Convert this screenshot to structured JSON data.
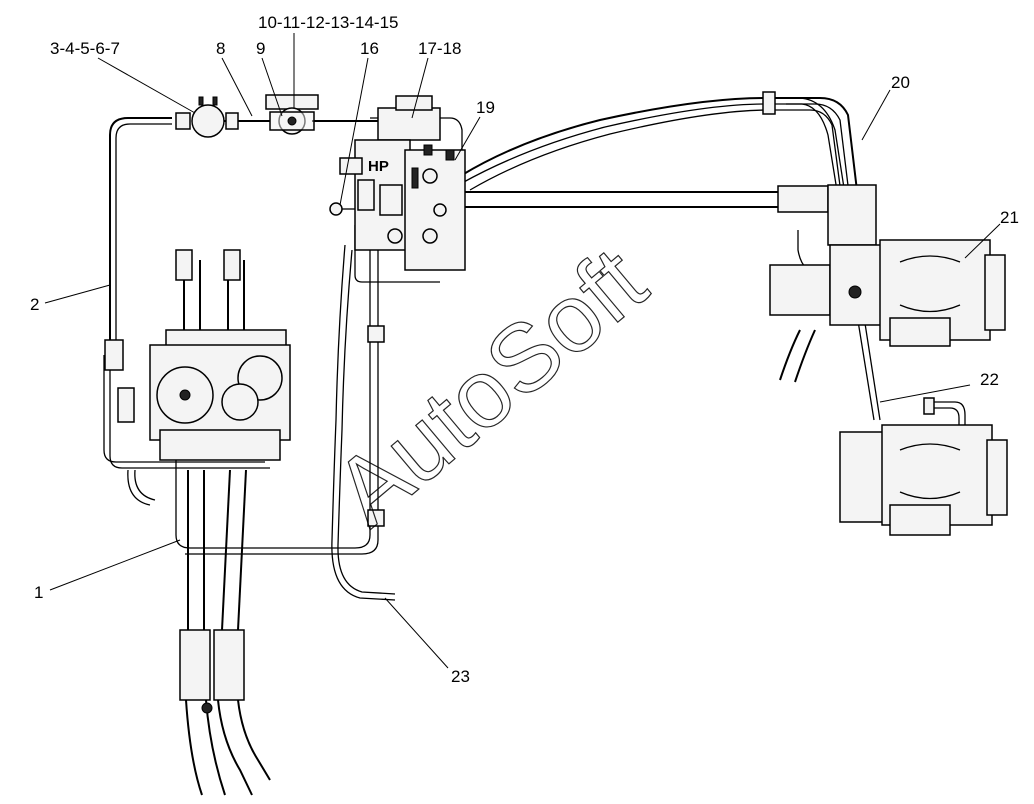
{
  "callouts": {
    "c1": "1",
    "c2": "2",
    "c3_7": "3-4-5-6-7",
    "c8": "8",
    "c9": "9",
    "c10_15": "10-11-12-13-14-15",
    "c16": "16",
    "c17_18": "17-18",
    "c19": "19",
    "c20": "20",
    "c21": "21",
    "c22": "22",
    "c23": "23"
  },
  "valve_label": "HP",
  "watermark": "AutoSoft"
}
